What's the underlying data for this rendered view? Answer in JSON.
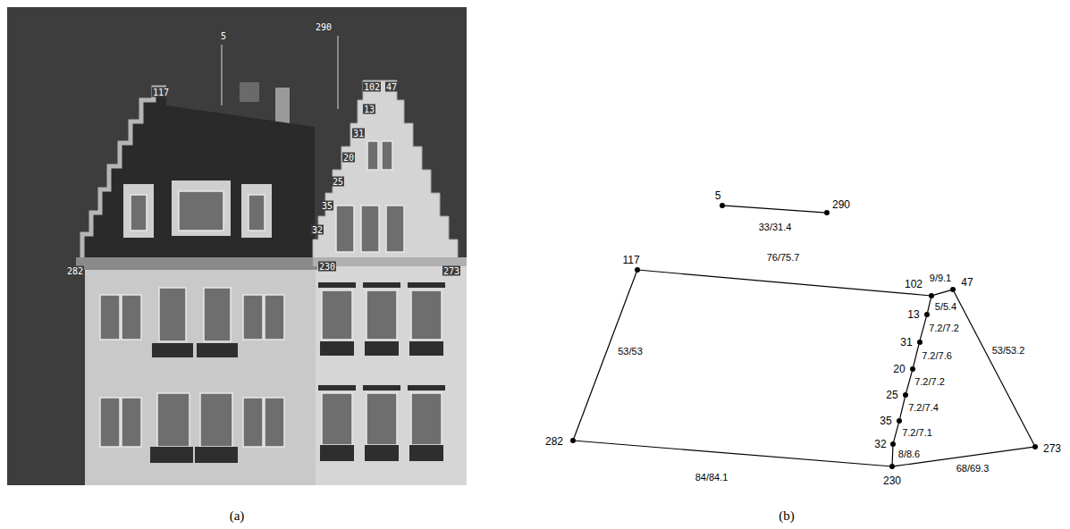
{
  "diagram": {
    "nodes": [
      {
        "text": [
          "5"
        ]
      },
      {
        "text": [
          "290"
        ]
      },
      {
        "text": [
          "117"
        ]
      },
      {
        "text": [
          "102"
        ]
      },
      {
        "text": [
          "47"
        ]
      },
      {
        "text": [
          "13"
        ]
      },
      {
        "text": [
          "31"
        ]
      },
      {
        "text": [
          "20"
        ]
      },
      {
        "text": [
          "25"
        ]
      },
      {
        "text": [
          "35"
        ]
      },
      {
        "text": [
          "32"
        ]
      },
      {
        "text": [
          "282"
        ]
      },
      {
        "text": [
          "230"
        ]
      },
      {
        "text": [
          "273"
        ]
      }
    ],
    "edges": [
      {
        "from": 0,
        "to": 1,
        "label": "33/31.4",
        "arrow": "none"
      },
      {
        "from": 2,
        "to": 3,
        "label": "76/75.7",
        "arrow": "none"
      },
      {
        "from": 3,
        "to": 4,
        "label": "9/9.1",
        "arrow": "none"
      },
      {
        "from": 3,
        "to": 5,
        "label": "5/5.4",
        "arrow": "none"
      },
      {
        "from": 5,
        "to": 6,
        "label": "7.2/7.2",
        "arrow": "none"
      },
      {
        "from": 6,
        "to": 7,
        "label": "7.2/7.6",
        "arrow": "none"
      },
      {
        "from": 7,
        "to": 8,
        "label": "7.2/7.2",
        "arrow": "none"
      },
      {
        "from": 8,
        "to": 9,
        "label": "7.2/7.4",
        "arrow": "none"
      },
      {
        "from": 9,
        "to": 10,
        "label": "7.2/7.1",
        "arrow": "none"
      },
      {
        "from": 10,
        "to": 12,
        "label": "8/8.6",
        "arrow": "none"
      },
      {
        "from": 2,
        "to": 11,
        "label": "53/53",
        "arrow": "none"
      },
      {
        "from": 4,
        "to": 13,
        "label": "53/53.2",
        "arrow": "none"
      },
      {
        "from": 11,
        "to": 12,
        "label": "84/84.1",
        "arrow": "none"
      },
      {
        "from": 12,
        "to": 13,
        "label": "68/69.3",
        "arrow": "none"
      }
    ],
    "labels": [
      "(a)",
      "(b)",
      "5",
      "290",
      "117",
      "102",
      "47",
      "13",
      "31",
      "20",
      "25",
      "35",
      "32",
      "230",
      "282",
      "273"
    ]
  }
}
